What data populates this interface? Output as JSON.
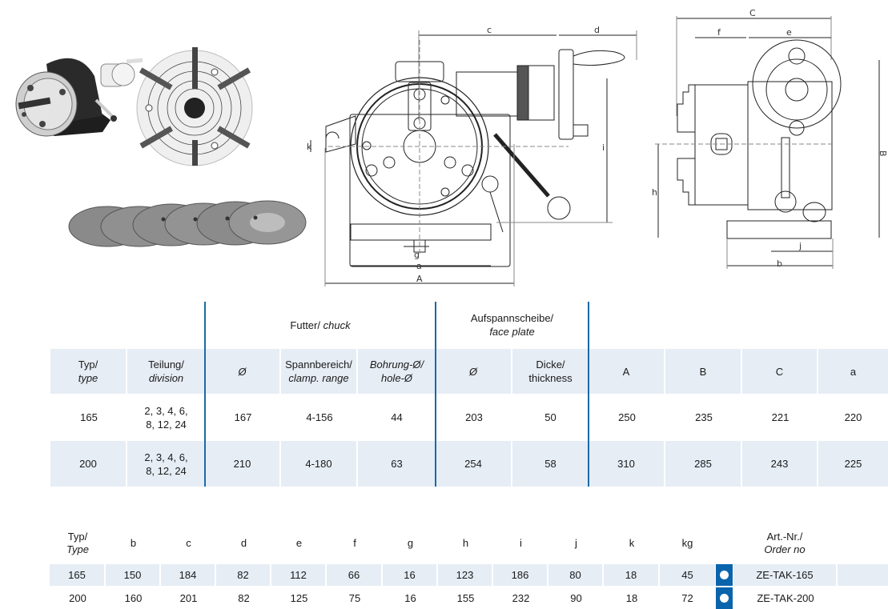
{
  "images": {
    "photo_dividing_head": "dividing-head-photo",
    "photo_face_plate": "face-plate-photo",
    "photo_index_plates": "index-plates-photo"
  },
  "front_drawing": {
    "labels": {
      "c": "c",
      "d": "d",
      "k": "k",
      "i": "i",
      "g": "g",
      "a": "a",
      "A": "A"
    }
  },
  "side_drawing": {
    "labels": {
      "C": "C",
      "f": "f",
      "e": "e",
      "B": "B",
      "h": "h",
      "j": "j",
      "b": "b"
    }
  },
  "table1": {
    "groups": {
      "chuck": {
        "de": "Futter/",
        "en": "chuck"
      },
      "faceplate": {
        "de": "Aufspannscheibe/",
        "en": "face plate"
      }
    },
    "headers": [
      {
        "de": "Typ/",
        "en": "type"
      },
      {
        "de": "Teilung/",
        "en": "division"
      },
      {
        "de": "",
        "en": "Ø"
      },
      {
        "de": "Spannbereich/",
        "en": "clamp. range"
      },
      {
        "de": "Bohrung-Ø/",
        "en": "hole-Ø"
      },
      {
        "de": "",
        "en": "Ø"
      },
      {
        "de": "Dicke/",
        "en": "thickness"
      },
      {
        "de": "A",
        "en": ""
      },
      {
        "de": "B",
        "en": ""
      },
      {
        "de": "C",
        "en": ""
      },
      {
        "de": "a",
        "en": ""
      }
    ],
    "rows": [
      {
        "type": "165",
        "division_1": "2, 3, 4, 6,",
        "division_2": "8, 12, 24",
        "chuck_d": "167",
        "clamp": "4-156",
        "hole": "44",
        "plate_d": "203",
        "thickness": "50",
        "A": "250",
        "B": "235",
        "C": "221",
        "a": "220"
      },
      {
        "type": "200",
        "division_1": "2, 3, 4, 6,",
        "division_2": "8, 12, 24",
        "chuck_d": "210",
        "clamp": "4-180",
        "hole": "63",
        "plate_d": "254",
        "thickness": "58",
        "A": "310",
        "B": "285",
        "C": "243",
        "a": "225"
      }
    ]
  },
  "table2": {
    "headers": {
      "type_de": "Typ/",
      "type_en": "Type",
      "b": "b",
      "c": "c",
      "d": "d",
      "e": "e",
      "f": "f",
      "g": "g",
      "h": "h",
      "i": "i",
      "j": "j",
      "k": "k",
      "kg": "kg",
      "order_de": "Art.-Nr./",
      "order_en": "Order no"
    },
    "rows": [
      {
        "type": "165",
        "b": "150",
        "c": "184",
        "d": "82",
        "e": "112",
        "f": "66",
        "g": "16",
        "h": "123",
        "i": "186",
        "j": "80",
        "k": "18",
        "kg": "45",
        "order_no": "ZE-TAK-165"
      },
      {
        "type": "200",
        "b": "160",
        "c": "201",
        "d": "82",
        "e": "125",
        "f": "75",
        "g": "16",
        "h": "155",
        "i": "232",
        "j": "90",
        "k": "18",
        "kg": "72",
        "order_no": "ZE-TAK-200"
      }
    ],
    "accent_color": "#0a64ac",
    "row_highlight": "#e6edf5"
  }
}
